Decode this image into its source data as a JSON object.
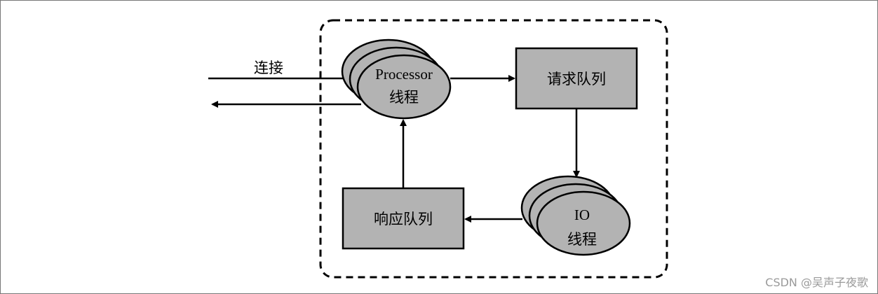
{
  "diagram": {
    "connection_label": "连接",
    "processor": {
      "line1": "Processor",
      "line2": "线程"
    },
    "request_queue": "请求队列",
    "io": {
      "line1": "IO",
      "line2": "线程"
    },
    "response_queue": "响应队列"
  },
  "watermark": "CSDN @吴声子夜歌",
  "colors": {
    "box_fill": "#b3b3b3",
    "stroke": "#000000",
    "watermark": "#9a9a9a"
  }
}
